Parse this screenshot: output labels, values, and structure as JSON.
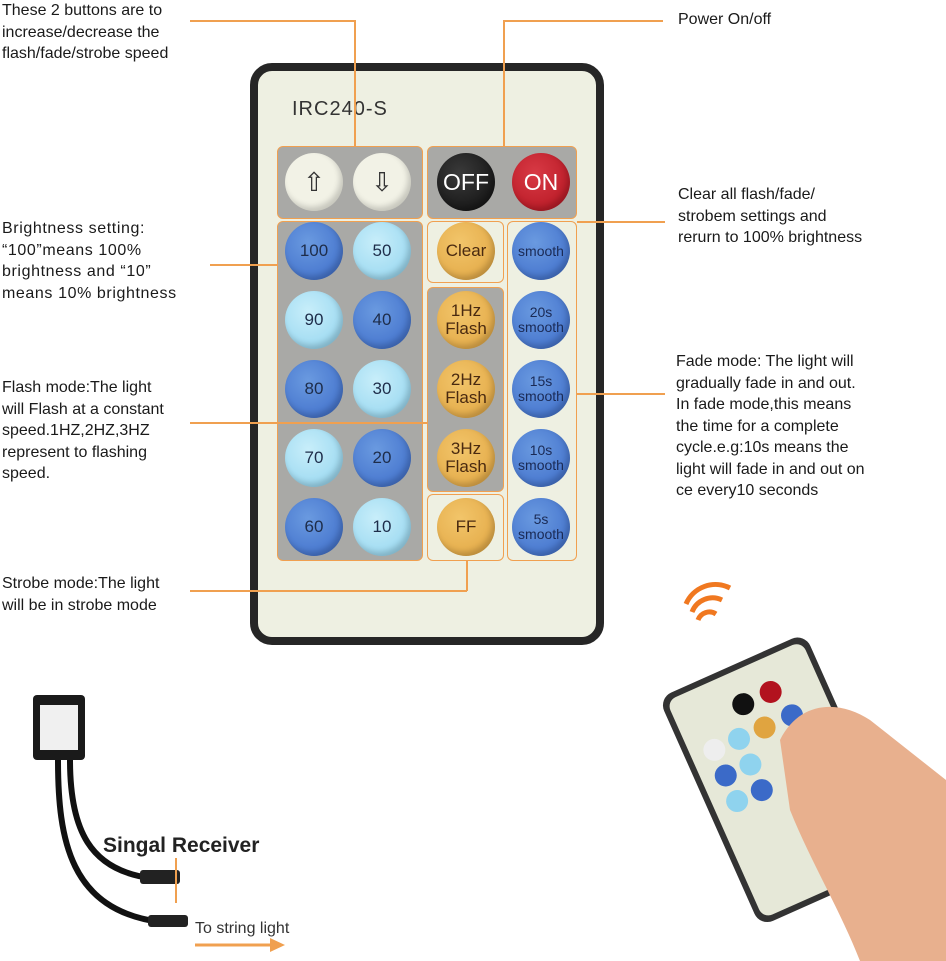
{
  "annotations": {
    "speed": "These 2 buttons are to\nincrease/decrease the\nflash/fade/strobe speed",
    "power": "Power On/off",
    "clear": "Clear all flash/fade/\nstrobem settings and\nrerurn to 100% brightness",
    "brightness": "Brightness setting:\n“100”means 100%\nbrightness and “10”\nmeans 10% brightness",
    "flash": "Flash mode:The light\nwill Flash at a constant\nspeed.1HZ,2HZ,3HZ\nrepresent to flashing\nspeed.",
    "fade": "Fade mode: The light will\ngradually fade in and out.\nIn fade mode,this means\nthe time for a complete\ncycle.e.g:10s means the\nlight will fade in and out on\nce every10 seconds",
    "strobe": "Strobe mode:The light\nwill be in strobe mode"
  },
  "remote": {
    "model": "IRC240-S",
    "speed_up": "⇧",
    "speed_down": "⇩",
    "off": "OFF",
    "on": "ON",
    "brightness": [
      "100",
      "50",
      "90",
      "40",
      "80",
      "30",
      "70",
      "20",
      "60",
      "10"
    ],
    "clear": "Clear",
    "flash": [
      [
        "1Hz",
        "Flash"
      ],
      [
        "2Hz",
        "Flash"
      ],
      [
        "3Hz",
        "Flash"
      ]
    ],
    "strobe": "FF",
    "fade": [
      [
        "smooth",
        ""
      ],
      [
        "20s",
        "smooth"
      ],
      [
        "15s",
        "smooth"
      ],
      [
        "10s",
        "smooth"
      ],
      [
        "5s",
        "smooth"
      ]
    ]
  },
  "receiver": {
    "label": "Singal Receiver",
    "output_label": "To string light"
  },
  "colors": {
    "accent": "#f0a050",
    "remote_body": "#262626",
    "face": "#eef0e2"
  }
}
